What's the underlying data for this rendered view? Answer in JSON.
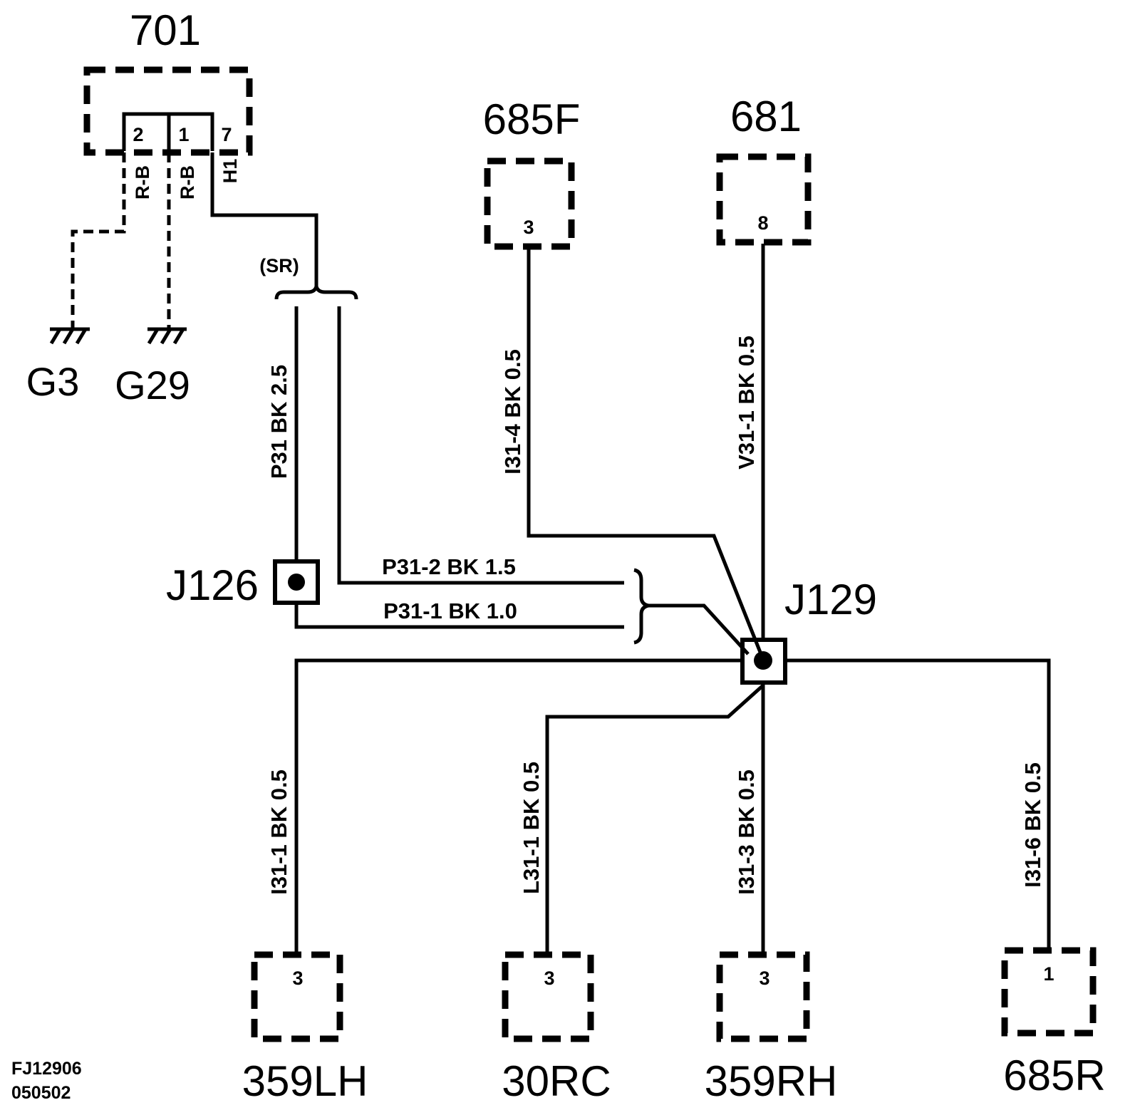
{
  "components": {
    "c701": {
      "label": "701",
      "pins": [
        "2",
        "1",
        "7"
      ]
    },
    "c685F": {
      "label": "685F",
      "pin": "3"
    },
    "c681": {
      "label": "681",
      "pin": "8"
    },
    "c359LH": {
      "label": "359LH",
      "pin": "3"
    },
    "c30RC": {
      "label": "30RC",
      "pin": "3"
    },
    "c359RH": {
      "label": "359RH",
      "pin": "3"
    },
    "c685R": {
      "label": "685R",
      "pin": "1"
    }
  },
  "grounds": {
    "g3": "G3",
    "g29": "G29"
  },
  "splices": {
    "j126": "J126",
    "j129": "J129"
  },
  "wires": {
    "rb1": "R-B",
    "rb2": "R-B",
    "h1": "H1",
    "sr": "(SR)",
    "p31": "P31  BK  2.5",
    "p31_2": "P31-2   BK   1.5",
    "p31_1": "P31-1   BK   1.0",
    "i31_4": "I31-4  BK  0.5",
    "v31_1": "V31-1  BK  0.5",
    "i31_1": "I31-1  BK  0.5",
    "l31_1": "L31-1  BK   0.5",
    "i31_3": "I31-3  BK  0.5",
    "i31_6": "I31-6  BK  0.5"
  },
  "reference": {
    "line1": "FJ12906",
    "line2": "050502"
  }
}
